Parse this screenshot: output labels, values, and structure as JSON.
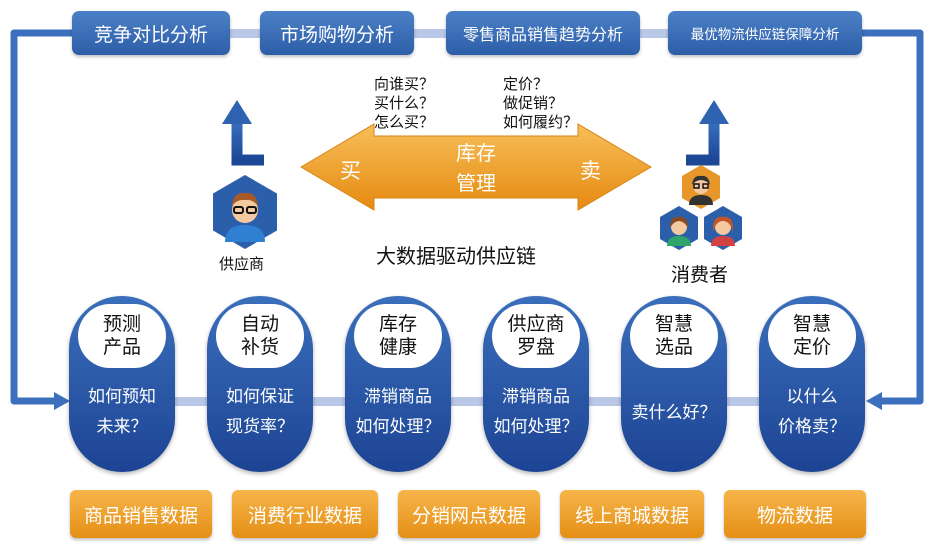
{
  "analysis_boxes": [
    "竞争对比分析",
    "市场购物分析",
    "零售商品销售趋势分析",
    "最优物流供应链保障分析"
  ],
  "center": {
    "buy": "买",
    "sell": "卖",
    "inventory_line1": "库存",
    "inventory_line2": "管理",
    "buy_questions": [
      "向谁买？",
      "买什么？",
      "怎么买？"
    ],
    "sell_questions": [
      "定价？",
      "做促销？",
      "如何履约？"
    ],
    "title": "大数据驱动供应链"
  },
  "actors": {
    "supplier": "供应商",
    "consumer": "消费者"
  },
  "pills": [
    {
      "head": [
        "预测",
        "产品"
      ],
      "body": [
        "如何预知",
        "未来？"
      ]
    },
    {
      "head": [
        "自动",
        "补货"
      ],
      "body": [
        "如何保证",
        "现货率？"
      ]
    },
    {
      "head": [
        "库存",
        "健康"
      ],
      "body": [
        "滞销商品",
        "如何处理？"
      ]
    },
    {
      "head": [
        "供应商",
        "罗盘"
      ],
      "body": [
        "滞销商品",
        "如何处理？"
      ]
    },
    {
      "head": [
        "智慧",
        "选品"
      ],
      "body": [
        "卖什么好？"
      ]
    },
    {
      "head": [
        "智慧",
        "定价"
      ],
      "body": [
        "以什么",
        "价格卖？"
      ]
    }
  ],
  "data_sources": [
    "商品销售数据",
    "消费行业数据",
    "分销网点数据",
    "线上商城数据",
    "物流数据"
  ],
  "colors": {
    "blue": "#2d5ea8",
    "orange": "#f0a033",
    "connector": "#b9c8e6"
  }
}
